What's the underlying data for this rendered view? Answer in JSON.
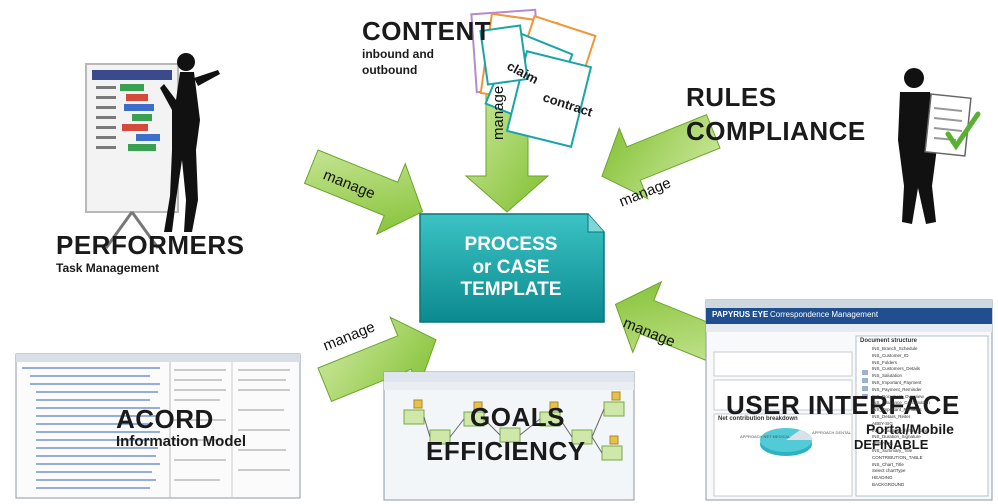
{
  "center": {
    "line1": "PROCESS",
    "line2": "or CASE",
    "line3": "TEMPLATE"
  },
  "content": {
    "title": "CONTENT",
    "sub1": "inbound and",
    "sub2": "outbound",
    "doc1": "claim",
    "doc2": "contract"
  },
  "rules": {
    "line1": "RULES",
    "line2": "COMPLIANCE"
  },
  "performers": {
    "title": "PERFORMERS",
    "sub": "Task Management"
  },
  "acord": {
    "title": "ACORD",
    "sub": "Information Model"
  },
  "goals": {
    "line1": "GOALS",
    "line2": "EFFICIENCY"
  },
  "ui": {
    "title": "USER INTERFACE",
    "sub1": "Portal/Mobile",
    "sub2": "DEFINABLE"
  },
  "arrows": {
    "top": "manage",
    "left_top": "manage",
    "right_top": "manage",
    "left_bottom": "manage",
    "right_bottom": "manage"
  },
  "ui_screen": {
    "brand": "PAPYRUS EYE",
    "header": "Correspondence Management",
    "panel_title": "Document structure",
    "tree": [
      "INS_Branch_Schedule",
      "INS_Customer_ID",
      "INS_Folders",
      "INS_Customers_Details",
      "INS_Salutation",
      "INS_Important_Payment",
      "INS_Payment_Reminder",
      "INS_Document_Overview",
      "INS_Insurance_Confirmation",
      "INS_Important_Remarks",
      "INS_Details_Reiter",
      "ABBY-SIG",
      "INS_Insurance_further_plan",
      "INS_Duration_Signature",
      "ABBY-SIG",
      "INS_Summary_Title",
      "CONTRIBUTION_TABLE",
      "INS_Chart_Title",
      "Select chartType",
      "HEADING",
      "BACKGROUND"
    ],
    "chart_title": "Net contribution breakdown",
    "legend": [
      "APPROACH NET MEDICAL",
      "APPROACH DENTAL"
    ]
  },
  "colors": {
    "arrow": "#8dc63f",
    "center": "#16a4a8",
    "center_dark": "#0b7f86"
  }
}
